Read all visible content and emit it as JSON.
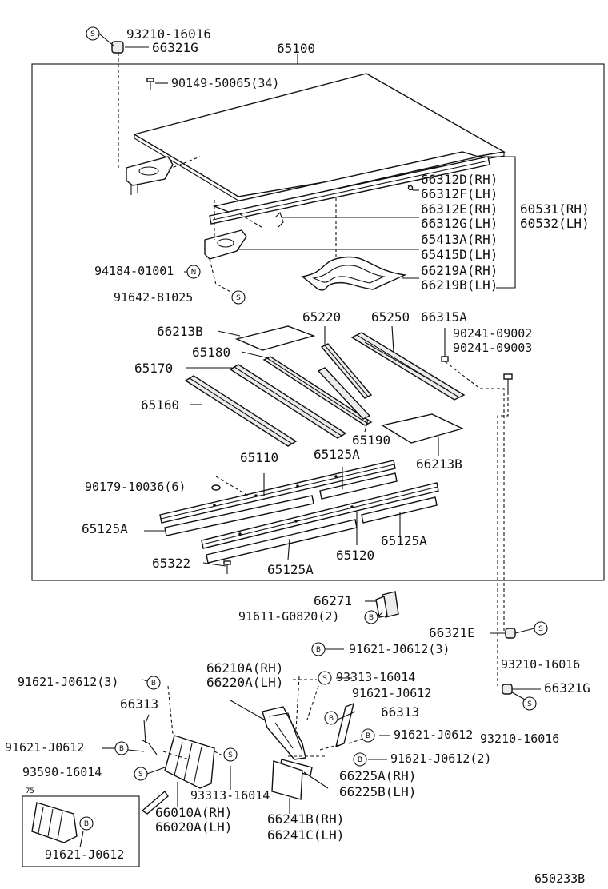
{
  "diagram": {
    "frame_label": "65100",
    "drawing_number": "650233B",
    "inset_label": "75",
    "symbol_letters": {
      "s": "S",
      "n": "N",
      "b": "B"
    },
    "part_labels": {
      "p93210_16016_top": "93210-16016",
      "p66321G_top": "66321G",
      "p90149": "90149-50065(34)",
      "p66312D": "66312D(RH)",
      "p66312F": "66312F(LH)",
      "p66312E": "66312E(RH)",
      "p66312G": "66312G(LH)",
      "p60531": "60531(RH)",
      "p60532": "60532(LH)",
      "p65413A": "65413A(RH)",
      "p65415D": "65415D(LH)",
      "p94184": "94184-01001",
      "p66219A": "66219A(RH)",
      "p66219B": "66219B(LH)",
      "p91642": "91642-81025",
      "p65220": "65220",
      "p65250": "65250",
      "p66315A": "66315A",
      "p66213B_top": "66213B",
      "p90241_09002": "90241-09002",
      "p90241_09003": "90241-09003",
      "p65180": "65180",
      "p65170": "65170",
      "p65160": "65160",
      "p65190": "65190",
      "p66213B_bottom": "66213B",
      "p65110": "65110",
      "p65125A_1": "65125A",
      "p90179": "90179-10036(6)",
      "p65125A_2": "65125A",
      "p65125A_3": "65125A",
      "p65120": "65120",
      "p65322": "65322",
      "p65125A_4": "65125A",
      "p66271": "66271",
      "p91611": "91611-G0820(2)",
      "p66321E": "66321E",
      "p93210_16016_mid": "93210-16016",
      "p91621_J0612_3a": "91621-J0612(3)",
      "p66210A": "66210A(RH)",
      "p66220A": "66220A(LH)",
      "p93313_16014_r": "93313-16014",
      "p91621_J0612_3b": "91621-J0612(3)",
      "p91621_J0612_r1": "91621-J0612",
      "p66321G_bottom": "66321G",
      "p66313_left": "66313",
      "p66313_right": "66313",
      "p91621_J0612_left": "91621-J0612",
      "p91621_J0612_r2": "91621-J0612",
      "p93210_16016_bottom": "93210-16016",
      "p91621_J0612_2": "91621-J0612(2)",
      "p93590": "93590-16014",
      "p66225A": "66225A(RH)",
      "p66225B": "66225B(LH)",
      "p93313_16014_l": "93313-16014",
      "p66010A": "66010A(RH)",
      "p66020A": "66020A(LH)",
      "p66241B": "66241B(RH)",
      "p66241C": "66241C(LH)",
      "p91621_J0612_inset": "91621-J0612"
    }
  }
}
